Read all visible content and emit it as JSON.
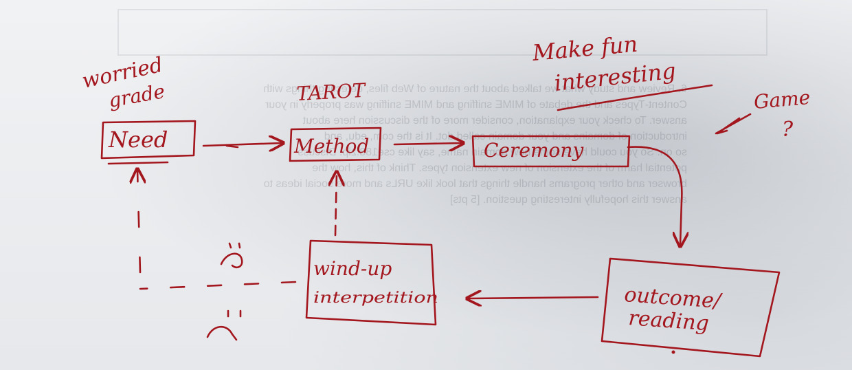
{
  "annotations": {
    "worried": "worried",
    "grade": "grade",
    "tarot": "TAROT",
    "make_fun": "Make fun",
    "interesting": "interesting",
    "game": "Game",
    "question_mark": "?"
  },
  "nodes": {
    "need": "Need",
    "method": "Method",
    "ceremony": "Ceremony",
    "outcome_line1": "outcome/",
    "outcome_line2": "reading",
    "windup_line1": "wind-up",
    "windup_line2": "interpetition"
  },
  "colors": {
    "ink": "#a3161d",
    "paper": "#eceef1"
  }
}
